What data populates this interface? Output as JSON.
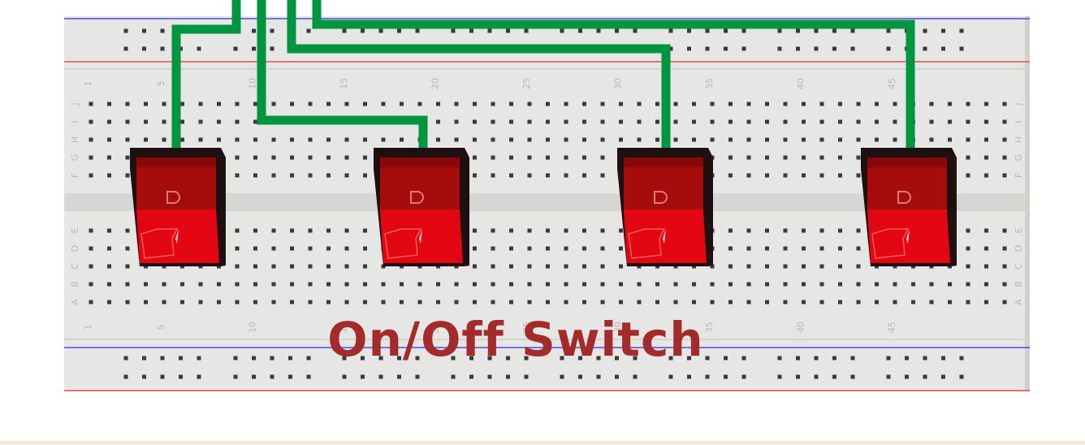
{
  "title": "On/Off Switch",
  "breadboard": {
    "column_numbers": [
      "1",
      "5",
      "10",
      "15",
      "20",
      "25",
      "30",
      "35",
      "40",
      "45"
    ],
    "row_letters_top": [
      "J",
      "I",
      "H",
      "G",
      "F"
    ],
    "row_letters_bottom": [
      "E",
      "D",
      "C",
      "B",
      "A"
    ]
  },
  "switches": [
    {
      "name": "switch-1"
    },
    {
      "name": "switch-2"
    },
    {
      "name": "switch-3"
    },
    {
      "name": "switch-4"
    }
  ],
  "colors": {
    "board": "#e6e6e4",
    "wire": "#009640",
    "switch_red": "#e30613",
    "switch_dark": "#a50c0c",
    "rail_red": "#e05050",
    "rail_blue": "#4a4ae0",
    "title": "#a42b2b"
  }
}
